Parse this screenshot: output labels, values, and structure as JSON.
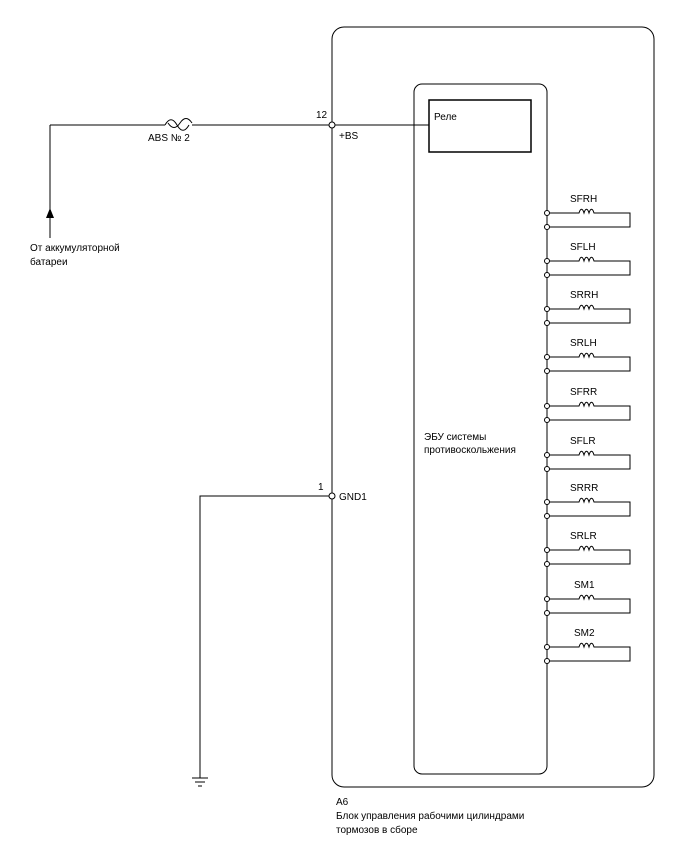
{
  "source": {
    "line1": "От аккумуляторной",
    "line2": "батареи"
  },
  "fuse": {
    "label": "ABS № 2"
  },
  "terminals": {
    "bs_pin": "12",
    "bs_name": "+BS",
    "gnd_pin": "1",
    "gnd_name": "GND1"
  },
  "relay": {
    "label": "Реле"
  },
  "ecu": {
    "line1": "ЭБУ системы",
    "line2": "противоскольжения"
  },
  "solenoids": [
    {
      "name": "SFRH"
    },
    {
      "name": "SFLH"
    },
    {
      "name": "SRRH"
    },
    {
      "name": "SRLH"
    },
    {
      "name": "SFRR"
    },
    {
      "name": "SFLR"
    },
    {
      "name": "SRRR"
    },
    {
      "name": "SRLR"
    },
    {
      "name": "SM1"
    },
    {
      "name": "SM2"
    }
  ],
  "assembly": {
    "code": "A6",
    "line1": "Блок управления рабочими цилиндрами",
    "line2": "тормозов в сборе"
  }
}
